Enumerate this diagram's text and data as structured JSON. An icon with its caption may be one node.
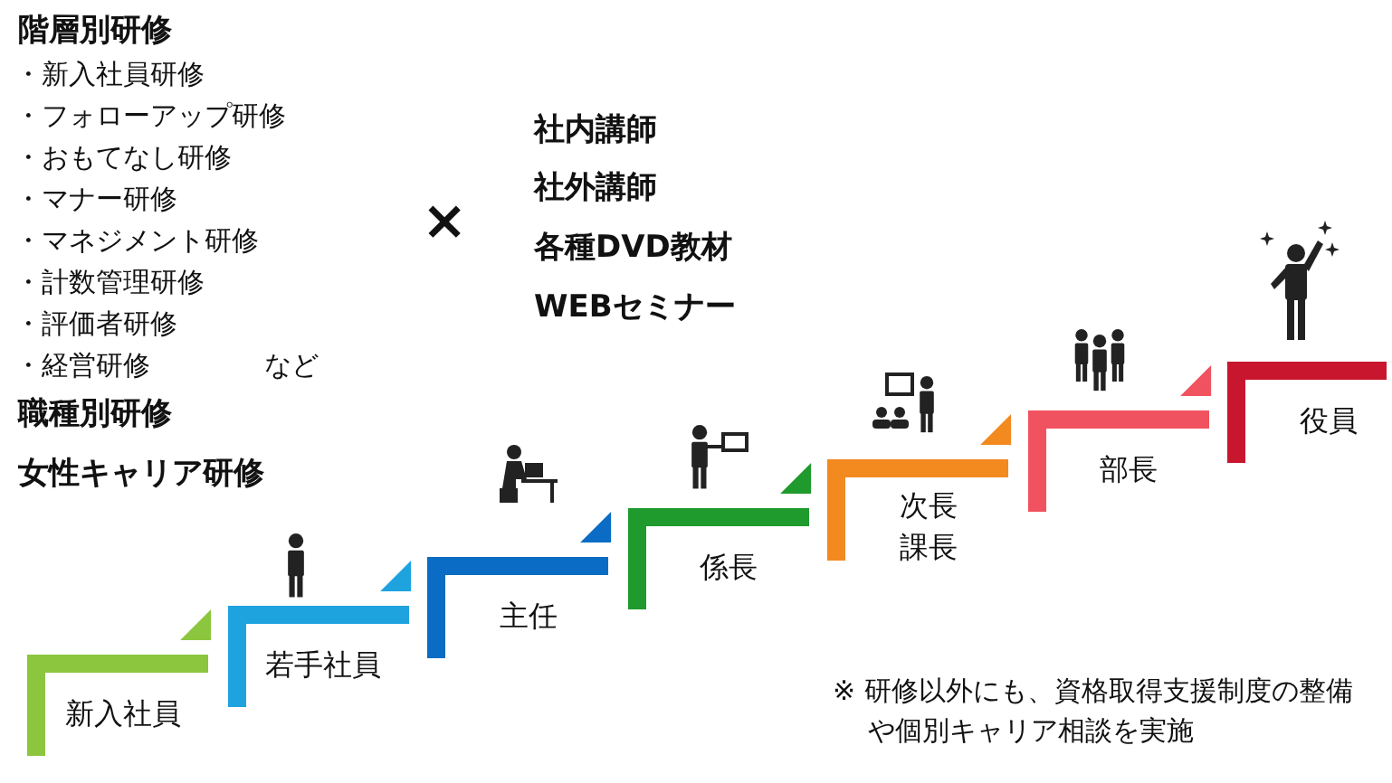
{
  "diagram": {
    "nodes": [
      {
        "text": [
          "新入社員"
        ]
      },
      {
        "text": [
          "若手社員"
        ]
      },
      {
        "text": [
          "主任"
        ]
      },
      {
        "text": [
          "係長"
        ]
      },
      {
        "text": [
          "次長",
          "課長"
        ]
      },
      {
        "text": [
          "部長"
        ]
      },
      {
        "text": [
          "役員"
        ]
      }
    ],
    "edges": [
      {
        "from": 1,
        "to": 0,
        "arrow": "to"
      },
      {
        "from": 2,
        "to": 1,
        "arrow": "to"
      },
      {
        "from": 3,
        "to": 2,
        "arrow": "to"
      },
      {
        "from": 4,
        "to": 3,
        "arrow": "to"
      },
      {
        "from": 5,
        "to": 4,
        "arrow": "to"
      },
      {
        "from": 6,
        "to": 5,
        "arrow": "to"
      }
    ],
    "labels": [
      "階層別研修",
      "・新入社員研修",
      "・フォローアップ研修",
      "・おもてなし研修",
      "・マナー研修",
      "・マネジメント研修",
      "・計数管理研修",
      "・評価者研修",
      "・経営研修",
      "など",
      "職種別研修",
      "女性キャリア研修",
      "×",
      "社内講師",
      "社外講師",
      "各種DVD教材",
      "WEBセミナー",
      "※ 研修以外にも、資格取得支援制度の整備や個別キャリア相談を実施"
    ]
  }
}
